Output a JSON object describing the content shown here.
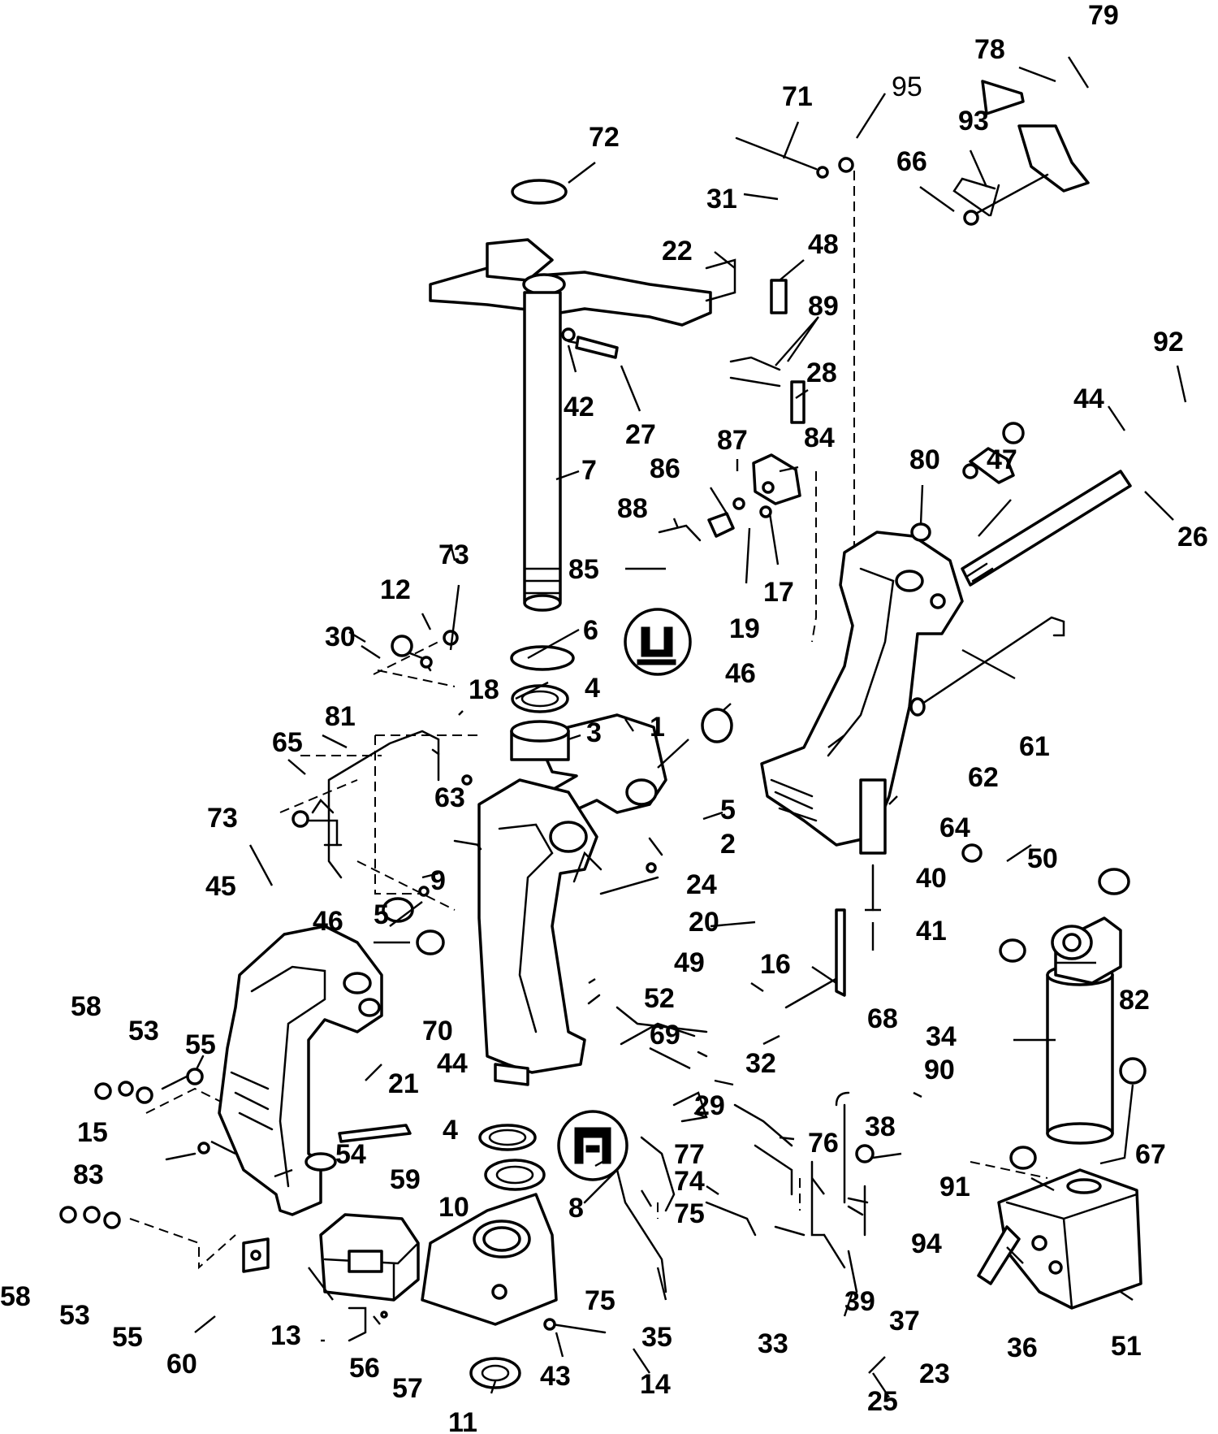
{
  "diagram": {
    "callouts": [
      {
        "id": "79",
        "text": "79"
      },
      {
        "id": "78",
        "text": "78"
      },
      {
        "id": "95",
        "text": "95"
      },
      {
        "id": "71",
        "text": "71"
      },
      {
        "id": "93",
        "text": "93"
      },
      {
        "id": "66",
        "text": "66"
      },
      {
        "id": "72",
        "text": "72"
      },
      {
        "id": "31",
        "text": "31"
      },
      {
        "id": "22",
        "text": "22"
      },
      {
        "id": "48",
        "text": "48"
      },
      {
        "id": "89",
        "text": "89"
      },
      {
        "id": "92",
        "text": "92"
      },
      {
        "id": "42",
        "text": "42"
      },
      {
        "id": "27",
        "text": "27"
      },
      {
        "id": "28",
        "text": "28"
      },
      {
        "id": "44a",
        "text": "44"
      },
      {
        "id": "7",
        "text": "7"
      },
      {
        "id": "87",
        "text": "87"
      },
      {
        "id": "84",
        "text": "84"
      },
      {
        "id": "80",
        "text": "80"
      },
      {
        "id": "47",
        "text": "47"
      },
      {
        "id": "86",
        "text": "86"
      },
      {
        "id": "26",
        "text": "26"
      },
      {
        "id": "88",
        "text": "88"
      },
      {
        "id": "85",
        "text": "85"
      },
      {
        "id": "17",
        "text": "17"
      },
      {
        "id": "73a",
        "text": "73"
      },
      {
        "id": "12",
        "text": "12"
      },
      {
        "id": "19",
        "text": "19"
      },
      {
        "id": "30",
        "text": "30"
      },
      {
        "id": "6",
        "text": "6"
      },
      {
        "id": "46a",
        "text": "46"
      },
      {
        "id": "81",
        "text": "81"
      },
      {
        "id": "18",
        "text": "18"
      },
      {
        "id": "4a",
        "text": "4"
      },
      {
        "id": "65",
        "text": "65"
      },
      {
        "id": "3",
        "text": "3"
      },
      {
        "id": "1",
        "text": "1"
      },
      {
        "id": "61",
        "text": "61"
      },
      {
        "id": "63",
        "text": "63"
      },
      {
        "id": "62",
        "text": "62"
      },
      {
        "id": "5a",
        "text": "5"
      },
      {
        "id": "73b",
        "text": "73"
      },
      {
        "id": "2",
        "text": "2"
      },
      {
        "id": "64",
        "text": "64"
      },
      {
        "id": "9",
        "text": "9"
      },
      {
        "id": "24",
        "text": "24"
      },
      {
        "id": "50",
        "text": "50"
      },
      {
        "id": "40",
        "text": "40"
      },
      {
        "id": "45",
        "text": "45"
      },
      {
        "id": "20",
        "text": "20"
      },
      {
        "id": "41",
        "text": "41"
      },
      {
        "id": "5b",
        "text": "5"
      },
      {
        "id": "46b",
        "text": "46"
      },
      {
        "id": "49",
        "text": "49"
      },
      {
        "id": "16",
        "text": "16"
      },
      {
        "id": "82",
        "text": "82"
      },
      {
        "id": "52",
        "text": "52"
      },
      {
        "id": "58a",
        "text": "58"
      },
      {
        "id": "70",
        "text": "70"
      },
      {
        "id": "53a",
        "text": "53"
      },
      {
        "id": "68",
        "text": "68"
      },
      {
        "id": "34",
        "text": "34"
      },
      {
        "id": "55a",
        "text": "55"
      },
      {
        "id": "69",
        "text": "69"
      },
      {
        "id": "32",
        "text": "32"
      },
      {
        "id": "44b",
        "text": "44"
      },
      {
        "id": "90",
        "text": "90"
      },
      {
        "id": "21",
        "text": "21"
      },
      {
        "id": "29",
        "text": "29"
      },
      {
        "id": "15",
        "text": "15"
      },
      {
        "id": "4b",
        "text": "4"
      },
      {
        "id": "38",
        "text": "38"
      },
      {
        "id": "54",
        "text": "54"
      },
      {
        "id": "77",
        "text": "77"
      },
      {
        "id": "76",
        "text": "76"
      },
      {
        "id": "67",
        "text": "67"
      },
      {
        "id": "83",
        "text": "83"
      },
      {
        "id": "59",
        "text": "59"
      },
      {
        "id": "74",
        "text": "74"
      },
      {
        "id": "91",
        "text": "91"
      },
      {
        "id": "10",
        "text": "10"
      },
      {
        "id": "8",
        "text": "8"
      },
      {
        "id": "75a",
        "text": "75"
      },
      {
        "id": "94",
        "text": "94"
      },
      {
        "id": "58b",
        "text": "58"
      },
      {
        "id": "39",
        "text": "39"
      },
      {
        "id": "53b",
        "text": "53"
      },
      {
        "id": "75b",
        "text": "75"
      },
      {
        "id": "37",
        "text": "37"
      },
      {
        "id": "55b",
        "text": "55"
      },
      {
        "id": "13",
        "text": "13"
      },
      {
        "id": "35",
        "text": "35"
      },
      {
        "id": "33",
        "text": "33"
      },
      {
        "id": "36",
        "text": "36"
      },
      {
        "id": "51",
        "text": "51"
      },
      {
        "id": "60",
        "text": "60"
      },
      {
        "id": "56",
        "text": "56"
      },
      {
        "id": "23",
        "text": "23"
      },
      {
        "id": "43",
        "text": "43"
      },
      {
        "id": "14",
        "text": "14"
      },
      {
        "id": "57",
        "text": "57"
      },
      {
        "id": "25",
        "text": "25"
      },
      {
        "id": "11",
        "text": "11"
      }
    ],
    "sealant_symbol_icon": "sealant-tube-icon"
  }
}
